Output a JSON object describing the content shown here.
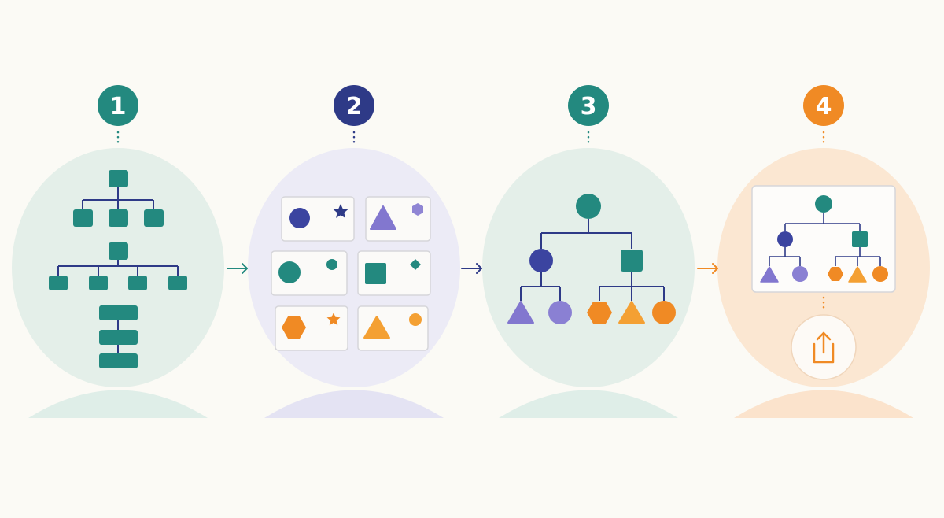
{
  "colors": {
    "background": "#fbfaf5",
    "teal": "#23897f",
    "navy": "#2e3a87",
    "purple": "#8277cf",
    "orange": "#f08a24",
    "orange_light": "#f4a033",
    "teal_bg": "#e4efe9",
    "lavender_bg": "#ecebf6",
    "peach_bg": "#fbe7d2",
    "card_border": "#d6d6da"
  },
  "icons": [
    "arrow-right-icon",
    "share-upload-icon"
  ],
  "steps": [
    {
      "number": "1",
      "color": "#23897f",
      "name": "hierarchy-layouts"
    },
    {
      "number": "2",
      "color": "#2e3a87",
      "name": "shape-cards"
    },
    {
      "number": "3",
      "color": "#23897f",
      "name": "shape-tree"
    },
    {
      "number": "4",
      "color": "#f08a24",
      "name": "export-tree"
    }
  ]
}
